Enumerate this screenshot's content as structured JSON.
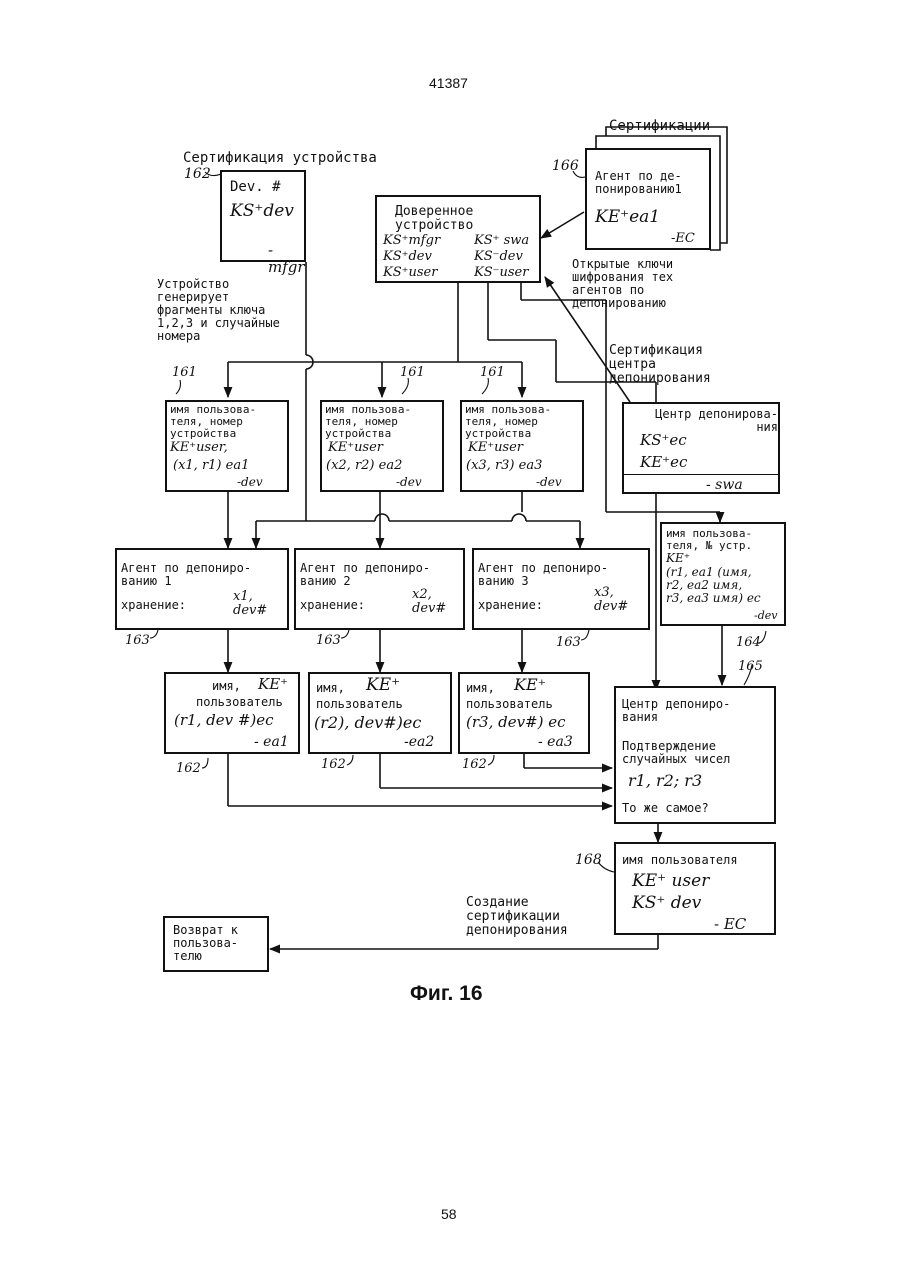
{
  "page": {
    "patent_no": "41387",
    "page_number": "58"
  },
  "figure": {
    "caption": "Фиг. 16"
  },
  "labels": {
    "device_cert": "Сертификация устройства",
    "certs_stack": "Сертификации",
    "device_generates": "Устройство\nгенерирует\nфрагменты ключа\n1,2,3 и случайные\nномера",
    "open_keys": "Открытые ключи\nшифрования тех\nагентов по\nдепонированию",
    "center_cert": "Сертификация\nцентра\nдепонирования",
    "create_cert": "Создание\nсертификации\nдепонирования"
  },
  "refs": {
    "r162_top": "162",
    "r166": "166",
    "r161_a": "161",
    "r161_b": "161",
    "r161_c": "161",
    "r163_a": "163",
    "r163_b": "163",
    "r163_c": "163",
    "r164": "164",
    "r165": "165",
    "r162_a": "162",
    "r162_b": "162",
    "r162_c": "162",
    "r168": "168"
  },
  "boxes": {
    "device": {
      "line1": "Dev. #",
      "line2": "KS⁺dev",
      "sig": "-mfgr"
    },
    "trusted": {
      "title": "Доверенное\nустройство",
      "r1c1": "KS⁺mfgr",
      "r1c2": "KS⁺ swa",
      "r2c1": "KS⁺dev",
      "r2c2": "KS⁻dev",
      "r3c1": "KS⁺user",
      "r3c2": "KS⁻user"
    },
    "escrow_agent_card": {
      "title": "Агент по де-\nпонированию1",
      "key": "KE⁺ea1",
      "sig": "-EC"
    },
    "escrow_center_card": {
      "title": "Центр депонирова-\nния",
      "k1": "KS⁺ec",
      "k2": "KE⁺ec",
      "sig": "- swa"
    },
    "user_frag": [
      {
        "title": "имя пользова-\nтеля, номер\nустройства",
        "key": "KE⁺user,",
        "data": "(x1, r1) ea1",
        "sig": "-dev"
      },
      {
        "title": "имя пользова-\nтеля, номер\nустройства",
        "key": "KE⁺user",
        "data": "(x2, r2) ea2",
        "sig": "-dev"
      },
      {
        "title": "имя пользова-\nтеля, номер\nустройства",
        "key": "KE⁺user",
        "data": "(x3, r3) ea3",
        "sig": "-dev"
      }
    ],
    "agents": [
      {
        "title": "Агент по депониро-\nванию 1",
        "store": "хранение:",
        "val": "x1, dev#"
      },
      {
        "title": "Агент по депониро-\nванию 2",
        "store": "хранение:",
        "val": "x2, dev#"
      },
      {
        "title": "Агент по депониро-\nванию 3",
        "store": "хранение:",
        "val": "x3, dev#"
      }
    ],
    "center_msg": {
      "title": "имя пользова-\nтеля, № устр.",
      "key": "KE⁺",
      "body": "(r1, ea1 (имя,\nr2, ea2 имя,\nr3, ea3 имя) ec",
      "sig": "-dev"
    },
    "replies": [
      {
        "head": "имя,",
        "key": "KE⁺",
        "sub": "пользователь",
        "data": "(r1, dev #)ec",
        "sig": "- ea1"
      },
      {
        "head": "имя,",
        "key": "KE⁺",
        "sub": "пользователь",
        "data": "(r2), dev#)ec",
        "sig": "-ea2"
      },
      {
        "head": "имя,",
        "key": "KE⁺",
        "sub": "пользователь",
        "data": "(r3, dev#) ec",
        "sig": "- ea3"
      }
    ],
    "center": {
      "title": "Центр депониро-\nвания",
      "confirm": "Подтверждение\nслучайных чисел",
      "nums": "r1, r2; r3",
      "same": "То же самое?"
    },
    "final_cert": {
      "title": "имя пользователя",
      "k1": "KE⁺ user",
      "k2": "KS⁺ dev",
      "sig": "- EC"
    },
    "return_box": {
      "text": "Возврат к\nпользова-\nтелю"
    }
  }
}
